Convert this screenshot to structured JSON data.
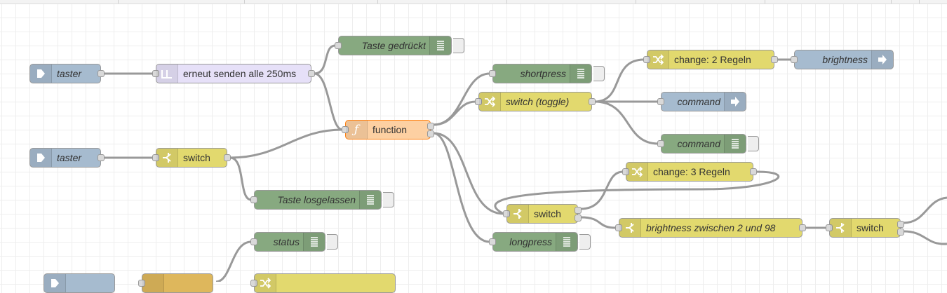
{
  "canvas": {
    "grid": true,
    "background": "#ffffff",
    "wire_color": "#999999"
  },
  "nodes": {
    "taster_1": {
      "label": "taster",
      "type": "inject",
      "color": "#a6bbcf",
      "icon": "inject-arrow-icon"
    },
    "delay": {
      "label": "erneut senden alle 250ms",
      "type": "trigger",
      "color": "#e6e0f8",
      "icon": "trigger-icon"
    },
    "taste_gedrueckt": {
      "label": "Taste gedrückt",
      "type": "debug",
      "color": "#87a980",
      "icon": "debug-list-icon"
    },
    "function": {
      "label": "function",
      "type": "function",
      "color": "#fdd0a2",
      "icon": "function-icon"
    },
    "taster_2": {
      "label": "taster",
      "type": "inject",
      "color": "#a6bbcf",
      "icon": "inject-arrow-icon"
    },
    "switch_1": {
      "label": "switch",
      "type": "switch",
      "color": "#e2d96e",
      "icon": "switch-icon"
    },
    "taste_losgelassen": {
      "label": "Taste losgelassen",
      "type": "debug",
      "color": "#87a980",
      "icon": "debug-list-icon"
    },
    "shortpress": {
      "label": "shortpress",
      "type": "debug",
      "color": "#87a980",
      "icon": "debug-list-icon"
    },
    "switch_toggle": {
      "label": "switch (toggle)",
      "type": "change",
      "color": "#e2d96e",
      "icon": "shuffle-icon"
    },
    "change_2": {
      "label": "change: 2 Regeln",
      "type": "change",
      "color": "#e2d96e",
      "icon": "shuffle-icon"
    },
    "brightness": {
      "label": "brightness",
      "type": "output",
      "color": "#a6bbcf",
      "icon": "output-arrow-icon"
    },
    "command_out": {
      "label": "command",
      "type": "output",
      "color": "#a6bbcf",
      "icon": "output-arrow-icon"
    },
    "command_debug": {
      "label": "command",
      "type": "debug",
      "color": "#87a980",
      "icon": "debug-list-icon"
    },
    "change_3": {
      "label": "change: 3 Regeln",
      "type": "change",
      "color": "#e2d96e",
      "icon": "shuffle-icon"
    },
    "switch_2": {
      "label": "switch",
      "type": "switch",
      "color": "#e2d96e",
      "icon": "switch-icon"
    },
    "longpress": {
      "label": "longpress",
      "type": "debug",
      "color": "#87a980",
      "icon": "debug-list-icon"
    },
    "brightness_range": {
      "label": "brightness zwischen 2 und 98",
      "type": "switch",
      "color": "#e2d96e",
      "icon": "switch-icon"
    },
    "switch_3": {
      "label": "switch",
      "type": "switch",
      "color": "#e2d96e",
      "icon": "switch-icon"
    },
    "status": {
      "label": "status",
      "type": "debug",
      "color": "#87a980",
      "icon": "debug-list-icon"
    }
  }
}
